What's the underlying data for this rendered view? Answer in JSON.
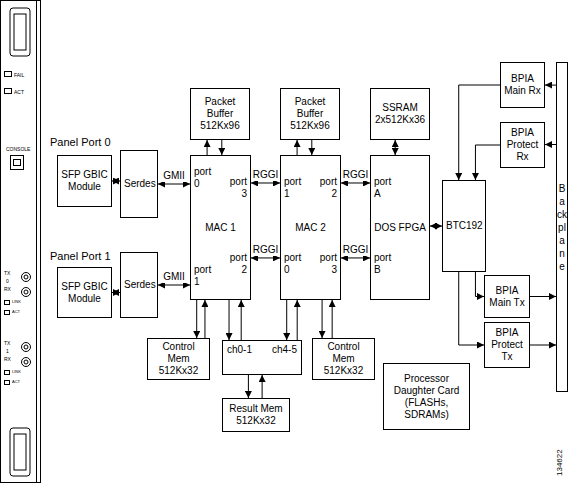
{
  "diagram": {
    "nodes": [
      {
        "text": [
          "SFP GBIC Module"
        ]
      },
      {
        "text": [
          "Serdes"
        ]
      },
      {
        "text": [
          "SFP GBIC Module"
        ]
      },
      {
        "text": [
          "Serdes"
        ]
      },
      {
        "text": [
          "Packet Buffer 512Kx96"
        ]
      },
      {
        "text": [
          "Packet Buffer 512Kx96"
        ]
      },
      {
        "text": [
          "SSRAM 2x512Kx36"
        ]
      },
      {
        "text": [
          "MAC 1",
          "port 0",
          "port 3",
          "port 2",
          "port 1"
        ]
      },
      {
        "text": [
          "MAC 2",
          "port 1",
          "port 2",
          "port 0",
          "port 3"
        ]
      },
      {
        "text": [
          "DOS FPGA",
          "port A",
          "port B"
        ]
      },
      {
        "text": [
          "BTC192"
        ]
      },
      {
        "text": [
          "BPIA Main Rx"
        ]
      },
      {
        "text": [
          "BPIA Protect Rx"
        ]
      },
      {
        "text": [
          "BPIA Main Tx"
        ]
      },
      {
        "text": [
          "BPIA Protect Tx"
        ]
      },
      {
        "text": [
          "Backplane"
        ]
      },
      {
        "text": [
          "Control Mem 512Kx32"
        ]
      },
      {
        "text": [
          "ch0-1",
          "ch4-5"
        ]
      },
      {
        "text": [
          "Control Mem 512Kx32"
        ]
      },
      {
        "text": [
          "Result Mem 512Kx32"
        ]
      },
      {
        "text": [
          "Processor Daughter Card",
          "(FLASHs, SDRAMs)"
        ]
      }
    ],
    "edges": [
      {
        "from": 0,
        "to": 1,
        "arrow": "both"
      },
      {
        "from": 1,
        "to": 7,
        "label": "GMII",
        "arrow": "both"
      },
      {
        "from": 2,
        "to": 3,
        "arrow": "both"
      },
      {
        "from": 3,
        "to": 7,
        "label": "GMII",
        "arrow": "both"
      },
      {
        "from": 7,
        "to": 4,
        "arrow": "to"
      },
      {
        "from": 4,
        "to": 7,
        "arrow": "to"
      },
      {
        "from": 8,
        "to": 5,
        "arrow": "to"
      },
      {
        "from": 5,
        "to": 8,
        "arrow": "to"
      },
      {
        "from": 6,
        "to": 9,
        "arrow": "both"
      },
      {
        "from": 7,
        "to": 8,
        "label": "RGGI",
        "arrow": "both"
      },
      {
        "from": 7,
        "to": 8,
        "label": "RGGI",
        "arrow": "both"
      },
      {
        "from": 8,
        "to": 9,
        "label": "RGGI",
        "arrow": "both"
      },
      {
        "from": 8,
        "to": 9,
        "label": "RGGI",
        "arrow": "both"
      },
      {
        "from": 9,
        "to": 10,
        "arrow": "both"
      },
      {
        "from": 15,
        "to": 11,
        "arrow": "to"
      },
      {
        "from": 15,
        "to": 12,
        "arrow": "to"
      },
      {
        "from": 11,
        "to": 10,
        "arrow": "to"
      },
      {
        "from": 12,
        "to": 10,
        "arrow": "to"
      },
      {
        "from": 10,
        "to": 13,
        "arrow": "to"
      },
      {
        "from": 10,
        "to": 14,
        "arrow": "to"
      },
      {
        "from": 13,
        "to": 15,
        "arrow": "to"
      },
      {
        "from": 14,
        "to": 15,
        "arrow": "to"
      },
      {
        "from": 7,
        "to": 16,
        "arrow": "to"
      },
      {
        "from": 16,
        "to": 7,
        "arrow": "to"
      },
      {
        "from": 7,
        "to": 17,
        "arrow": "to"
      },
      {
        "from": 17,
        "to": 7,
        "arrow": "to"
      },
      {
        "from": 8,
        "to": 17,
        "arrow": "to"
      },
      {
        "from": 17,
        "to": 8,
        "arrow": "to"
      },
      {
        "from": 8,
        "to": 18,
        "arrow": "to"
      },
      {
        "from": 18,
        "to": 8,
        "arrow": "to"
      },
      {
        "from": 17,
        "to": 19,
        "arrow": "to"
      },
      {
        "from": 19,
        "to": 17,
        "arrow": "to"
      }
    ],
    "labels": [
      "FAIL",
      "ACT",
      "CONSOLE",
      "TX",
      "0",
      "RX",
      "LINK",
      "ACT",
      "TX",
      "1",
      "RX",
      "LINK",
      "ACT",
      "Panel Port 0",
      "Panel Port 1",
      "134622"
    ]
  }
}
